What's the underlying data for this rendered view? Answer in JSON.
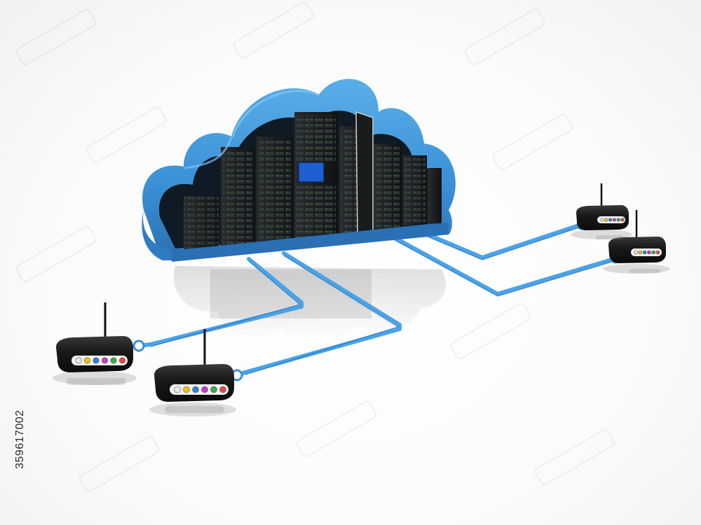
{
  "image": {
    "stock_id": "359617002",
    "colors": {
      "cloud_blue": "#3a8fd6",
      "cable_blue": "#4aa3e8",
      "server_black": "#1e1f22",
      "router_black": "#151515"
    },
    "routers": [
      {
        "name": "router-bottom-left",
        "leds": [
          "#e8e8e8",
          "#f2c400",
          "#2e7de0",
          "#c73ac7",
          "#3aa84a",
          "#e44"
        ]
      },
      {
        "name": "router-bottom-center",
        "leds": [
          "#e8e8e8",
          "#f2c400",
          "#2e7de0",
          "#c73ac7",
          "#3aa84a",
          "#e44"
        ]
      },
      {
        "name": "router-right-top",
        "leds": [
          "#e8e8e8",
          "#f2c400",
          "#2e7de0",
          "#c73ac7",
          "#3aa84a",
          "#e44"
        ]
      },
      {
        "name": "router-right-bottom",
        "leds": [
          "#e8e8e8",
          "#f2c400",
          "#2e7de0",
          "#c73ac7",
          "#3aa84a",
          "#e44"
        ]
      }
    ]
  }
}
